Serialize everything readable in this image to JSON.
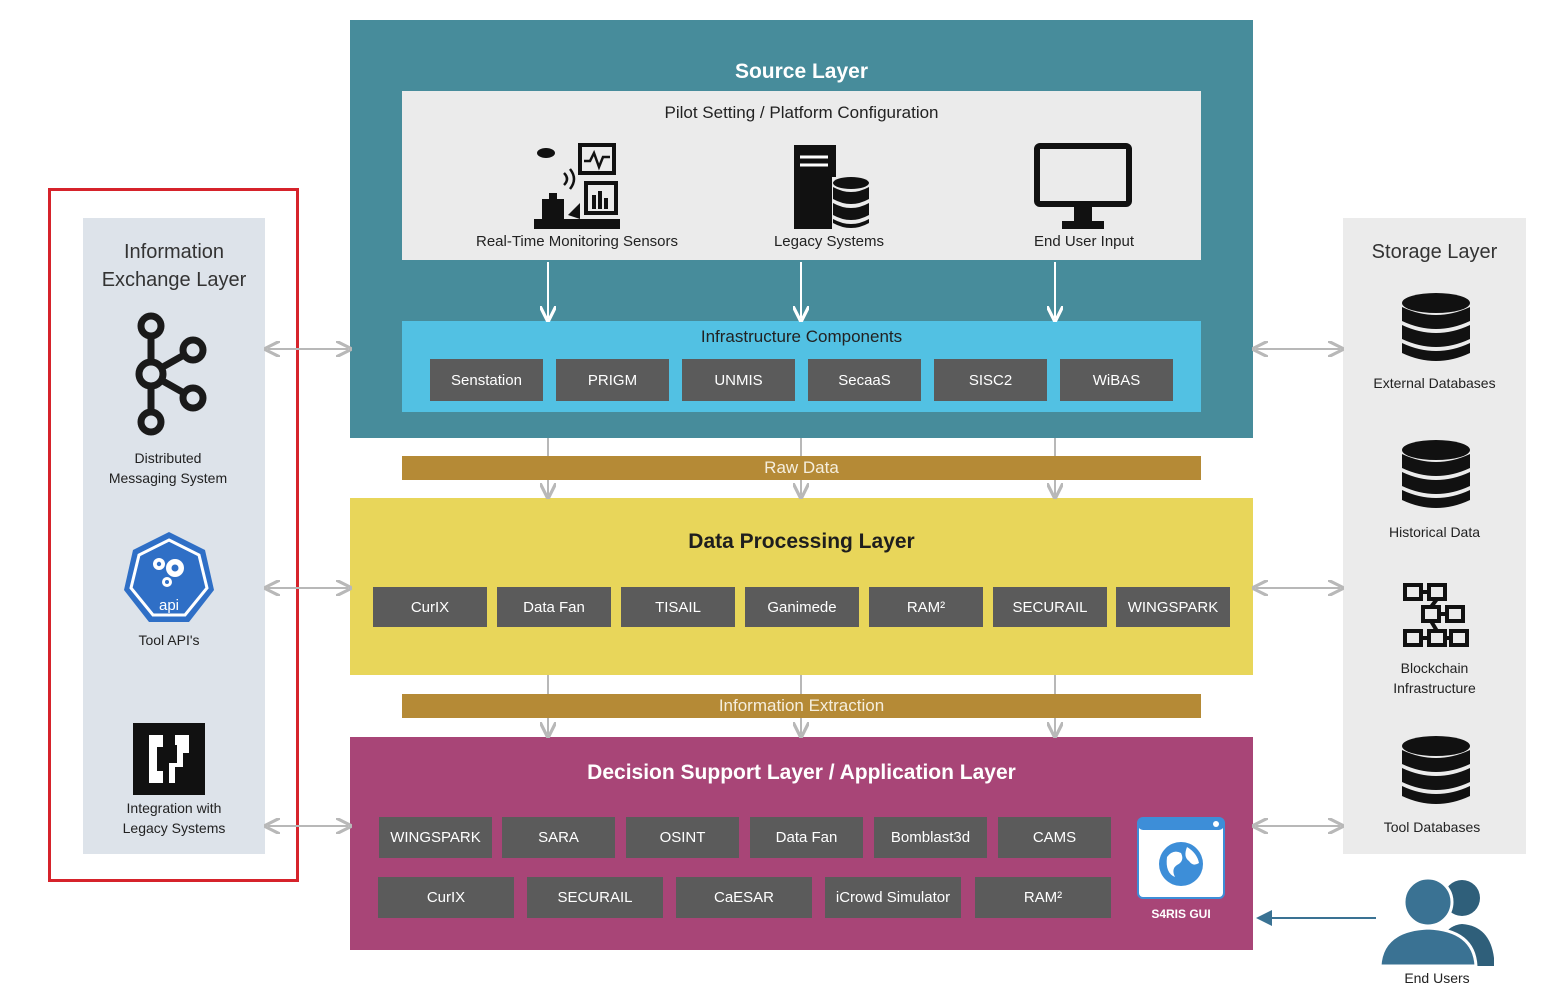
{
  "source_layer": {
    "title": "Source Layer",
    "pilot_title": "Pilot Setting / Platform Configuration",
    "sources": [
      {
        "label": "Real-Time Monitoring Sensors",
        "icon": "sensors-icon"
      },
      {
        "label": "Legacy Systems",
        "icon": "server-database-icon"
      },
      {
        "label": "End User Input",
        "icon": "monitor-icon"
      }
    ],
    "infra_title": "Infrastructure Components",
    "infra_components": [
      "Senstation",
      "PRIGM",
      "UNMIS",
      "SecaaS",
      "SISC2",
      "WiBAS"
    ]
  },
  "raw_data_label": "Raw Data",
  "data_processing": {
    "title": "Data Processing Layer",
    "components": [
      "CurIX",
      "Data Fan",
      "TISAIL",
      "Ganimede",
      "RAM²",
      "SECURAIL",
      "WINGSPARK"
    ]
  },
  "information_extraction_label": "Information Extraction",
  "decision_support": {
    "title": "Decision Support Layer / Application Layer",
    "row1": [
      "WINGSPARK",
      "SARA",
      "OSINT",
      "Data Fan",
      "Bomblast3d",
      "CAMS"
    ],
    "row2": [
      "CurIX",
      "SECURAIL",
      "CaESAR",
      "iCrowd Simulator",
      "RAM²"
    ],
    "gui_label": "S4RIS GUI"
  },
  "info_exchange": {
    "title_line1": "Information",
    "title_line2": "Exchange Layer",
    "items": [
      {
        "line1": "Distributed",
        "line2": "Messaging System",
        "icon": "kafka-icon"
      },
      {
        "line1": "Tool API's",
        "line2": "",
        "icon": "api-icon",
        "icon_text": "api"
      },
      {
        "line1": "Integration with",
        "line2": "Legacy Systems",
        "icon": "legacy-integration-icon"
      }
    ]
  },
  "storage": {
    "title": "Storage Layer",
    "items": [
      {
        "line1": "External Databases",
        "line2": "",
        "icon": "database-icon"
      },
      {
        "line1": "Historical Data",
        "line2": "",
        "icon": "database-icon"
      },
      {
        "line1": "Blockchain",
        "line2": "Infrastructure",
        "icon": "blockchain-icon"
      },
      {
        "line1": "Tool Databases",
        "line2": "",
        "icon": "database-icon"
      }
    ]
  },
  "end_users_label": "End Users",
  "colors": {
    "source": "#478c9b",
    "infra": "#52c1e3",
    "bars": "#b58a36",
    "data_processing": "#e8d65a",
    "decision_support": "#a84577",
    "highlight_border": "#d6232b"
  }
}
